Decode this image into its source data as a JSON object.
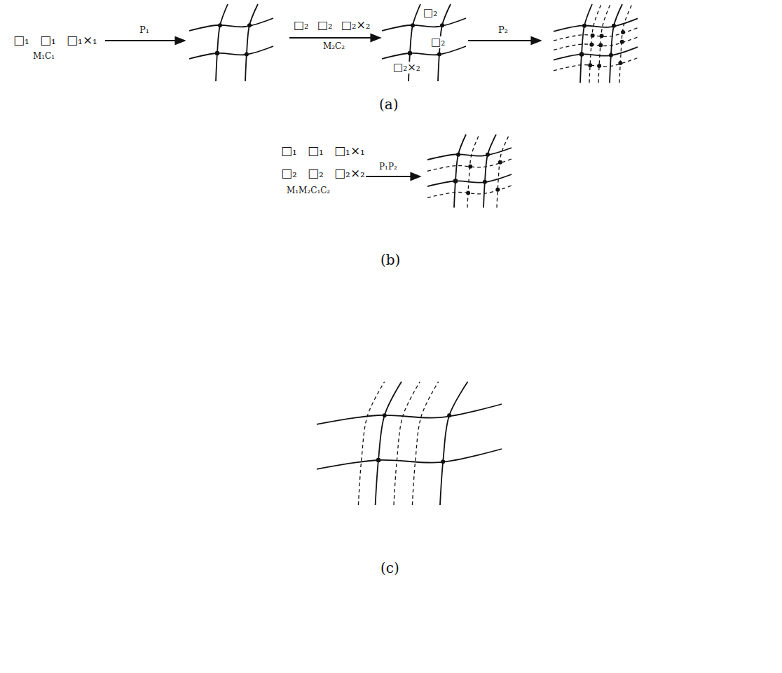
{
  "diagram": {
    "labels": [
      "□₁",
      "□₁",
      "□₁×₁",
      "M₁C₁",
      "P₁",
      "□₂",
      "□₂",
      "□₂×₂",
      "M₂C₂",
      "□₂",
      "□₂",
      "□₂×₂",
      "P₂",
      "(a)",
      "□₁",
      "□₁",
      "□₁×₁",
      "□₂",
      "□₂",
      "□₂×₂",
      "P₁P₂",
      "M₁M₂C₁C₂",
      "(b)",
      "(c)"
    ]
  }
}
